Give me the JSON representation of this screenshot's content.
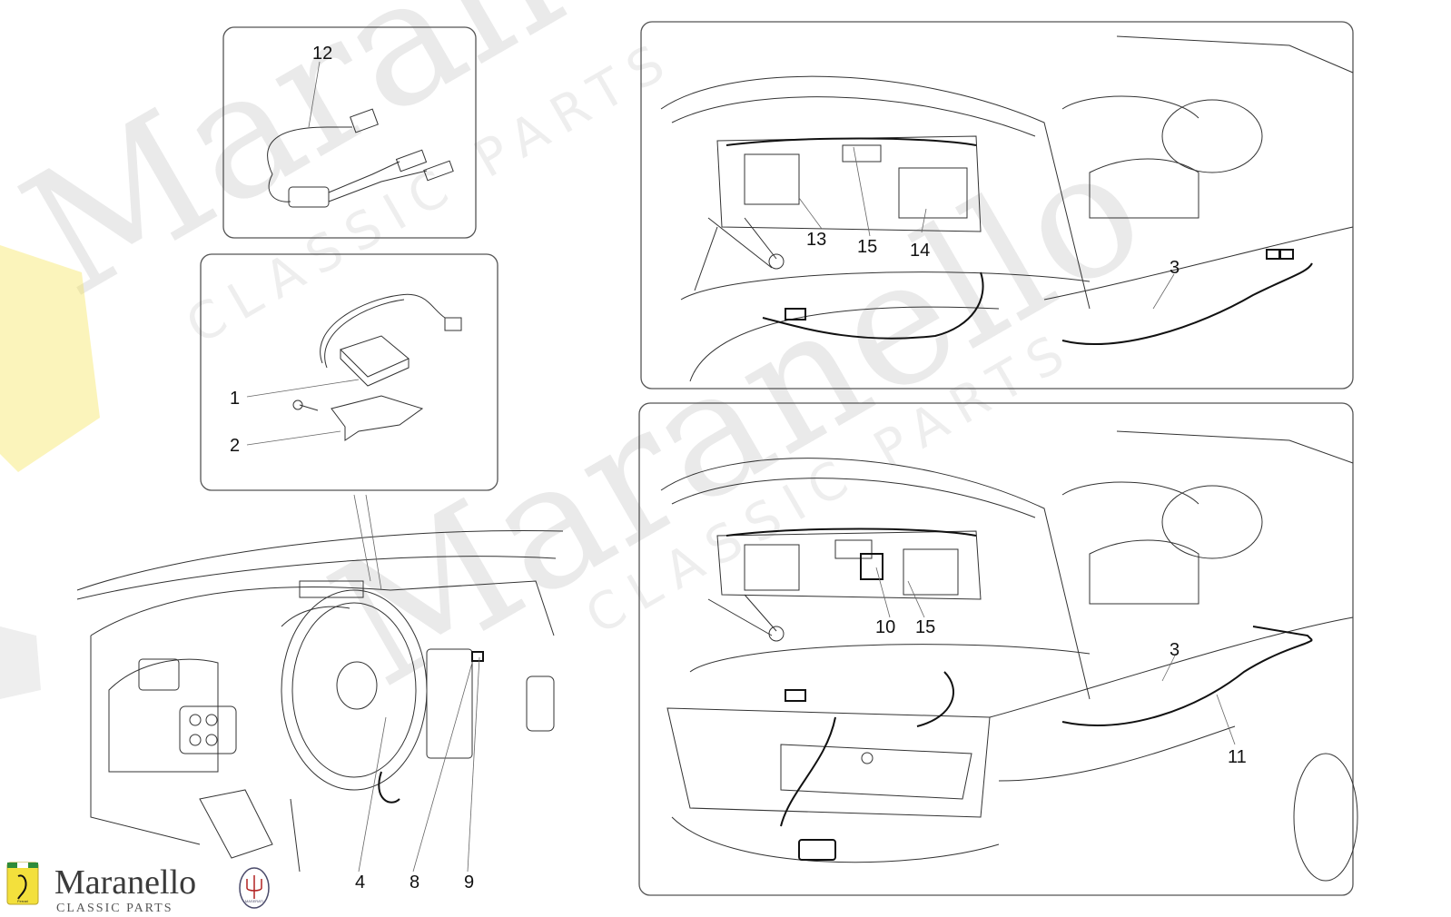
{
  "watermark": {
    "main": "Maranello",
    "sub": "CLASSIC PARTS"
  },
  "logo": {
    "name": "Maranello",
    "tagline": "CLASSIC PARTS",
    "badge_text": "Ferrari",
    "trident_text": "MASERATI"
  },
  "callouts": [
    "12",
    "1",
    "2",
    "4",
    "8",
    "9",
    "13",
    "15",
    "14",
    "3",
    "10",
    "15",
    "3",
    "11"
  ],
  "colors": {
    "line": "#333333",
    "panel_border": "#555555",
    "watermark": "#d9d9d9",
    "badge_yellow": "#f3e03c"
  }
}
